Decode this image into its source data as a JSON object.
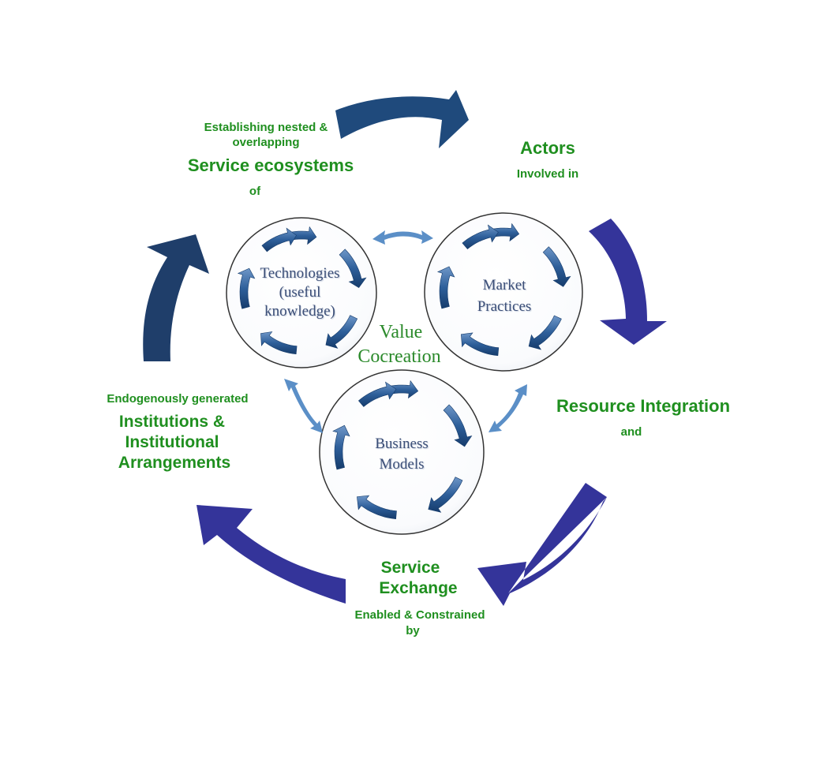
{
  "outer_cycle": {
    "ecosystems": {
      "line1": "Establishing nested &",
      "line2": "overlapping",
      "title": "Service ecosystems",
      "sub": "of"
    },
    "actors": {
      "title": "Actors",
      "sub": "Involved in"
    },
    "resource": {
      "title": "Resource Integration",
      "sub": "and"
    },
    "exchange": {
      "title_line1": "Service",
      "title_line2": "Exchange",
      "sub_line1": "Enabled & Constrained",
      "sub_line2": "by"
    },
    "institutions": {
      "line1": "Endogenously generated",
      "title_line1": "Institutions &",
      "title_line2": "Institutional",
      "title_line3": "Arrangements"
    }
  },
  "inner": {
    "technologies": {
      "line1": "Technologies",
      "line2": "(useful",
      "line3": "knowledge)"
    },
    "market": {
      "line1": "Market",
      "line2": "Practices"
    },
    "business": {
      "line1": "Business",
      "line2": "Models"
    },
    "center": {
      "line1": "Value",
      "line2": "Cocreation"
    }
  },
  "colors": {
    "green_text": "#1f8f1f",
    "navy_arrow": "#1f4a7c",
    "indigo_arrow": "#34349a",
    "light_arrow": "#5b8fc7"
  }
}
